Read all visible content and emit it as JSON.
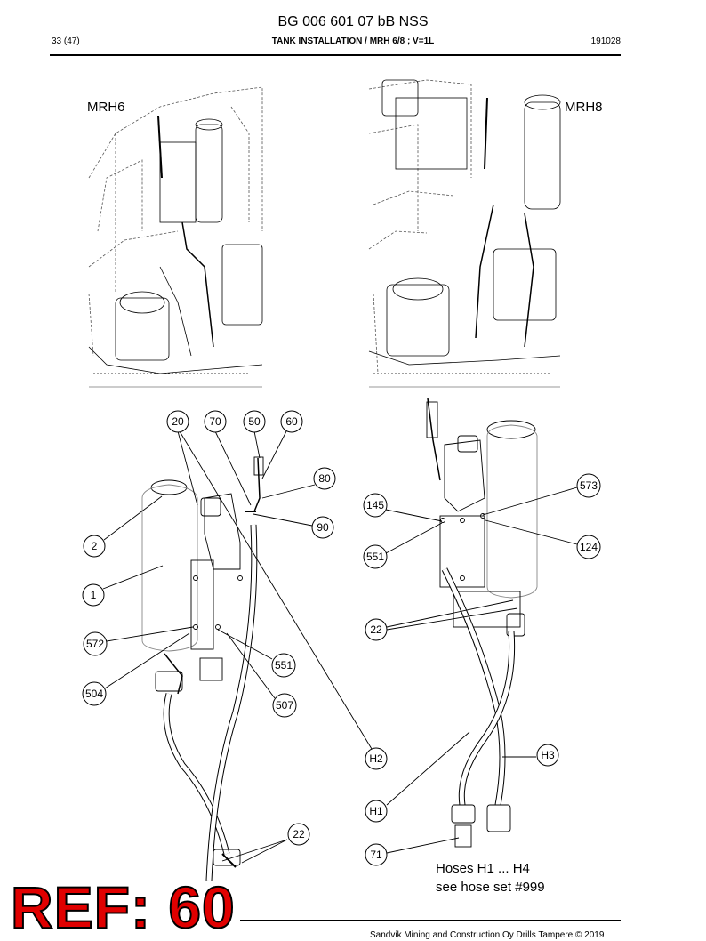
{
  "header": {
    "doc_number": "BG 006 601 07 bB NSS",
    "page": "33 (47)",
    "subtitle": "TANK INSTALLATION / MRH 6/8 ; V=1L",
    "date": "191028"
  },
  "views": {
    "left_label": "MRH6",
    "right_label": "MRH8"
  },
  "callouts": {
    "c20": "20",
    "c70": "70",
    "c50": "50",
    "c60": "60",
    "c80": "80",
    "c90": "90",
    "c2": "2",
    "c1": "1",
    "c572": "572",
    "c504": "504",
    "c551a": "551",
    "c507": "507",
    "cH2": "H2",
    "c22a": "22",
    "c145": "145",
    "c573": "573",
    "c551b": "551",
    "c124": "124",
    "c22b": "22",
    "cH3": "H3",
    "cH1": "H1",
    "c71": "71"
  },
  "note": {
    "line1": "Hoses H1 ... H4",
    "line2": "see hose set #999"
  },
  "stamp": "REF: 60",
  "footer": "Sandvik Mining and Construction Oy Drills Tampere © 2019"
}
